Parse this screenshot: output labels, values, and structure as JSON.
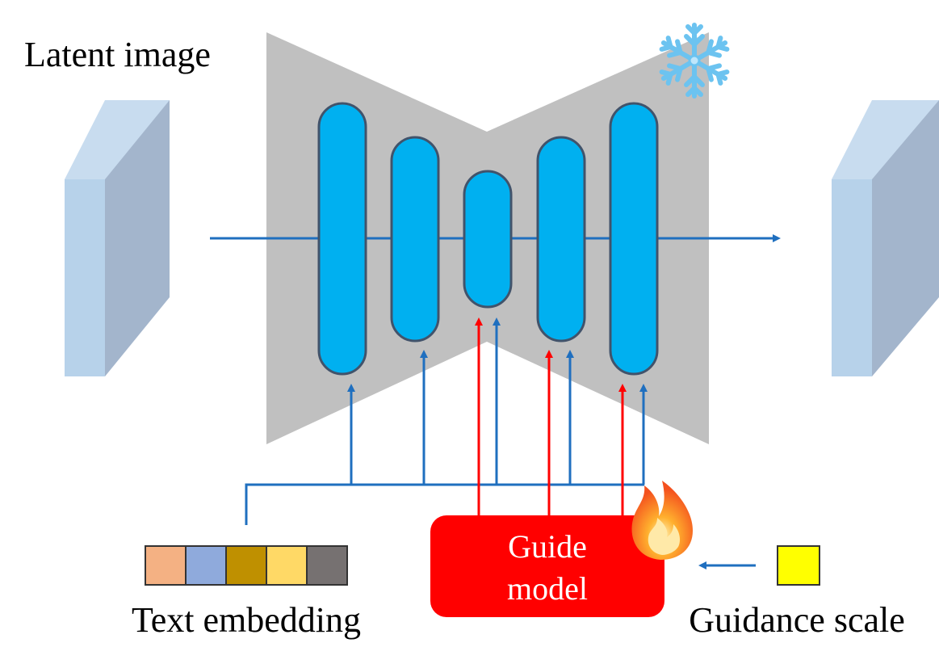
{
  "labels": {
    "latent_image": "Latent image",
    "text_embedding": "Text embedding",
    "guide_model_line1": "Guide",
    "guide_model_line2": "model",
    "guidance_scale": "Guidance scale"
  },
  "icons": {
    "frozen": "snowflake-icon",
    "trainable": "fire-icon"
  },
  "colors": {
    "unet_body": "#c0c0c0",
    "block_fill": "#00b0f0",
    "block_stroke": "#41536b",
    "flow_arrow": "#1f6fbf",
    "guide_arrow": "#ff0000",
    "guide_model_fill": "#ff0000",
    "latent_front": "#b7d2ea",
    "latent_side": "#a3b5cc",
    "guidance_scale_box": "#ffff00"
  },
  "text_embedding_segments": [
    {
      "color": "#f4b183"
    },
    {
      "color": "#8faadc"
    },
    {
      "color": "#bf9000"
    },
    {
      "color": "#ffd966"
    },
    {
      "color": "#767171"
    }
  ]
}
